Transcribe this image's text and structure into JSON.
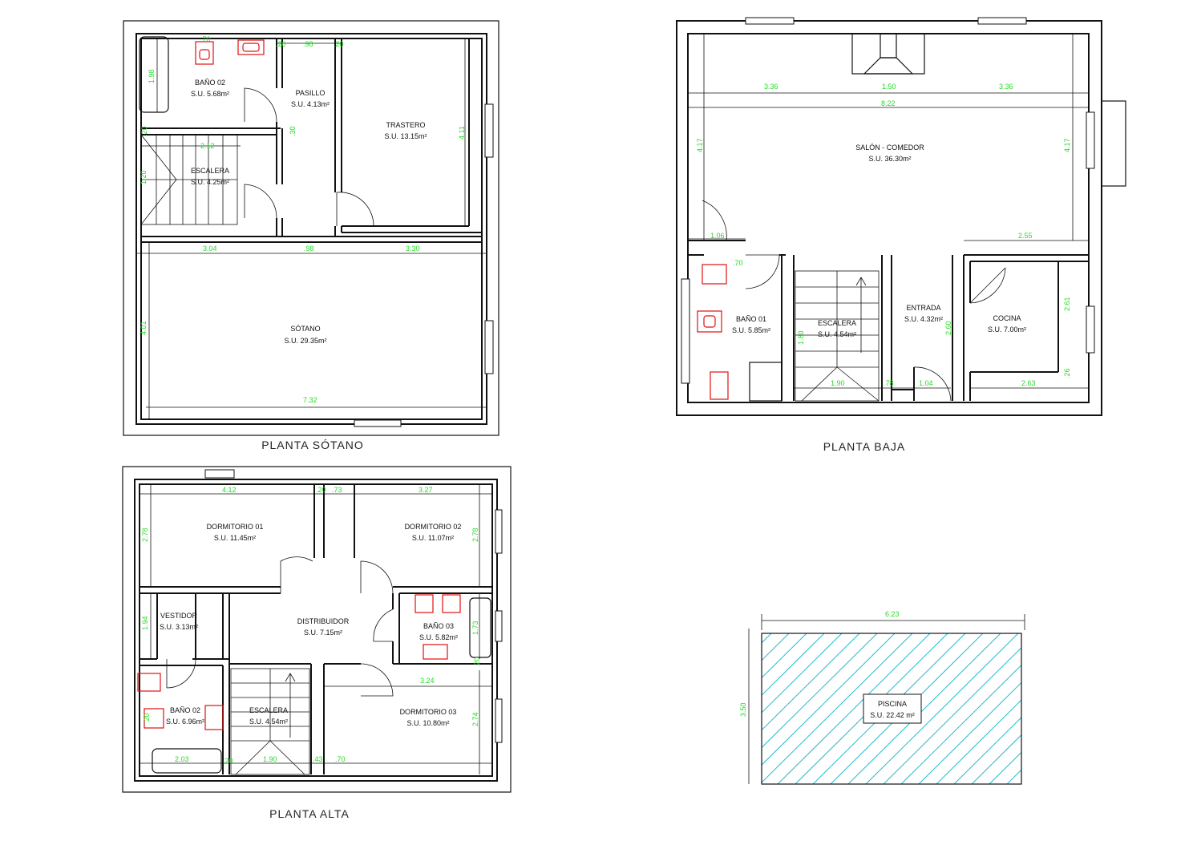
{
  "plans": {
    "sotano": {
      "title": "PLANTA SÓTANO",
      "rooms": [
        {
          "name": "BAÑO 02",
          "area": "S.U. 5.68m²"
        },
        {
          "name": "PASILLO",
          "area": "S.U. 4.13m²"
        },
        {
          "name": "TRASTERO",
          "area": "S.U. 13.15m²"
        },
        {
          "name": "ESCALERA",
          "area": "S.U. 4.25m²"
        },
        {
          "name": "SÓTANO",
          "area": "S.U. 29.35m²"
        }
      ],
      "dims": [
        ".70",
        ".20",
        ".98",
        ".20",
        "1.98",
        ".20",
        "2.12",
        ".30",
        "1.20",
        "4.11",
        "3.04",
        ".98",
        "3.30",
        "4.01",
        "7.32"
      ]
    },
    "baja": {
      "title": "PLANTA BAJA",
      "rooms": [
        {
          "name": "SALÓN - COMEDOR",
          "area": "S.U. 36.30m²"
        },
        {
          "name": "BAÑO 01",
          "area": "S.U. 5.85m²"
        },
        {
          "name": "ESCALERA",
          "area": "S.U. 4.54m²"
        },
        {
          "name": "ENTRADA",
          "area": "S.U. 4.32m²"
        },
        {
          "name": "COCINA",
          "area": "S.U. 7.00m²"
        }
      ],
      "dims": [
        "3.36",
        "1.50",
        "3.36",
        "8.22",
        "4.17",
        "4.17",
        "1.06",
        "2.55",
        ".70",
        "2.61",
        "1.80",
        "2.60",
        ".26",
        "1.90",
        ".78",
        "1.04",
        "2.63"
      ]
    },
    "alta": {
      "title": "PLANTA ALTA",
      "rooms": [
        {
          "name": "DORMITORIO 01",
          "area": "S.U. 11.45m²"
        },
        {
          "name": "DORMITORIO 02",
          "area": "S.U. 11.07m²"
        },
        {
          "name": "VESTIDOR",
          "area": "S.U. 3.13m²"
        },
        {
          "name": "DISTRIBUIDOR",
          "area": "S.U. 7.15m²"
        },
        {
          "name": "BAÑO 03",
          "area": "S.U. 5.82m²"
        },
        {
          "name": "BAÑO 02",
          "area": "S.U. 6.96m²"
        },
        {
          "name": "ESCALERA",
          "area": "S.U. 4.54m²"
        },
        {
          "name": "DORMITORIO 03",
          "area": "S.U. 10.80m²"
        }
      ],
      "dims": [
        "4.12",
        ".20",
        ".73",
        "3.27",
        "2.78",
        "2.78",
        "1.94",
        "1.73",
        "3.24",
        ".20",
        "2.74",
        "2.03",
        ".20",
        "1.90",
        ".43",
        ".70",
        ".20"
      ]
    },
    "piscina": {
      "room": {
        "name": "PISCINA",
        "area": "S.U. 22.42 m²"
      },
      "dims": [
        "6.23",
        "3.50"
      ]
    }
  },
  "colors": {
    "dimension": "#22dd22",
    "fixture": "#e01010",
    "hatch": "#22bbcc",
    "wall": "#111111"
  }
}
